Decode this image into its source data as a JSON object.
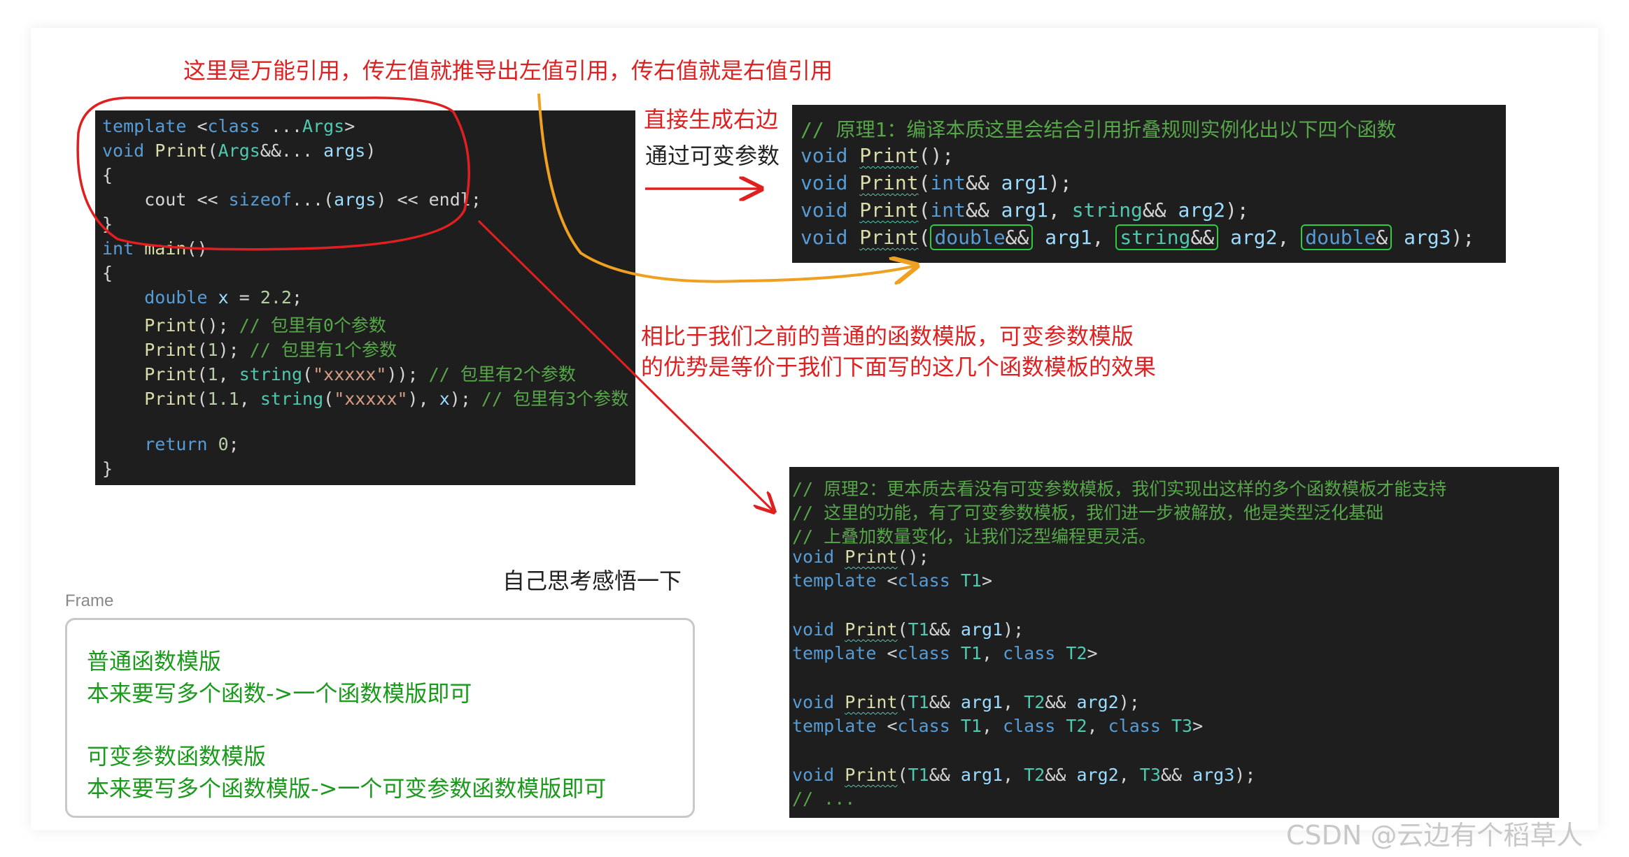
{
  "annotations": {
    "top_note": "这里是万能引用，传左值就推导出左值引用，传右值就是右值引用",
    "right_top_1": "直接生成右边",
    "right_top_2": "通过可变参数",
    "middle_1": "相比于我们之前的普通的函数模版，可变参数模版",
    "middle_2": "的优势是等价于我们下面写的这几个函数模板的效果",
    "reflect": "自己思考感悟一下"
  },
  "code_main": {
    "lines": [
      "template <class ...Args>",
      "void Print(Args&&... args)",
      "{",
      "    cout << sizeof...(args) << endl;",
      "}",
      "int main()",
      "{",
      "    double x = 2.2;",
      "    Print(); // 包里有0个参数",
      "    Print(1); // 包里有1个参数",
      "    Print(1, string(\"xxxxx\")); // 包里有2个参数",
      "    Print(1.1, string(\"xxxxx\"), x); // 包里有3个参数",
      "",
      "    return 0;",
      "}"
    ]
  },
  "code_principle1": {
    "comment": "// 原理1：编译本质这里会结合引用折叠规则实例化出以下四个函数",
    "lines": [
      "void Print();",
      "void Print(int&& arg1);",
      "void Print(int&& arg1, string&& arg2);",
      "void Print(double&& arg1, string&& arg2, double& arg3);"
    ],
    "boxed": [
      "double&&",
      "string&&",
      "double&"
    ]
  },
  "code_principle2": {
    "comments": [
      "// 原理2：更本质去看没有可变参数模板，我们实现出这样的多个函数模板才能支持",
      "// 这里的功能，有了可变参数模板，我们进一步被解放，他是类型泛化基础",
      "// 上叠加数量变化，让我们泛型编程更灵活。"
    ],
    "lines": [
      "void Print();",
      "template <class T1>",
      "",
      "void Print(T1&& arg1);",
      "template <class T1, class T2>",
      "",
      "void Print(T1&& arg1, T2&& arg2);",
      "template <class T1, class T2, class T3>",
      "",
      "void Print(T1&& arg1, T2&& arg2, T3&& arg3);",
      "// ..."
    ]
  },
  "frame": {
    "label": "Frame",
    "lines": [
      "普通函数模版",
      "本来要写多个函数->一个函数模版即可",
      "",
      "可变参数函数模版",
      "本来要写多个函数模版->一个可变参数函数模版即可"
    ]
  },
  "watermark": "CSDN @云边有个稻草人",
  "colors": {
    "annotation_red": "#e02020",
    "orange_arrow": "#f0a020",
    "frame_text_green": "#1a9a1a",
    "box_green": "#2ecc40",
    "code_bg": "#1e1e1e"
  }
}
